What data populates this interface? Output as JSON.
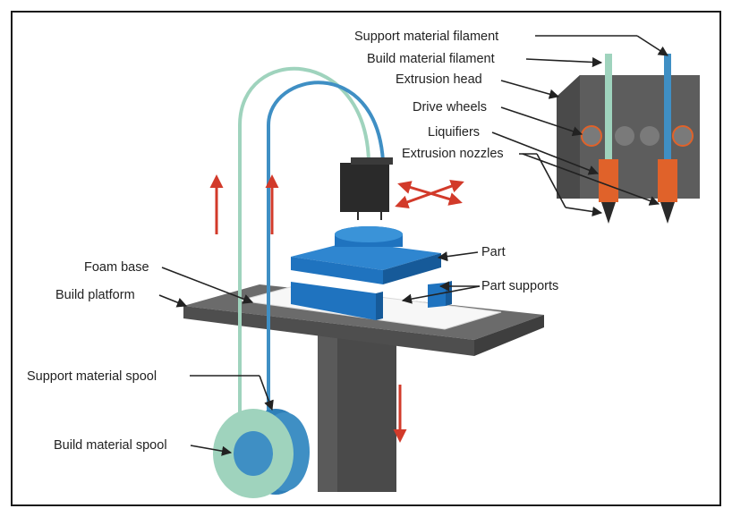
{
  "labels": {
    "support_filament": "Support material filament",
    "build_filament": "Build material filament",
    "extrusion_head": "Extrusion head",
    "drive_wheels": "Drive wheels",
    "liquifiers": "Liquifiers",
    "extrusion_nozzles": "Extrusion nozzles",
    "part": "Part",
    "part_supports": "Part supports",
    "foam_base": "Foam base",
    "build_platform": "Build platform",
    "support_spool": "Support material spool",
    "build_spool": "Build material spool"
  },
  "colors": {
    "build_material": "#9fd3bd",
    "support_material": "#3f8fc4",
    "part_blue": "#1f73bf",
    "part_blue_dark": "#165a99",
    "platform_gray": "#6b6b6b",
    "column_gray": "#4a4a4a",
    "head_gray": "#5d5d5d",
    "liquifier_orange": "#e0622a",
    "motion_arrow_red": "#d23a2a",
    "leader_line": "#222222"
  }
}
